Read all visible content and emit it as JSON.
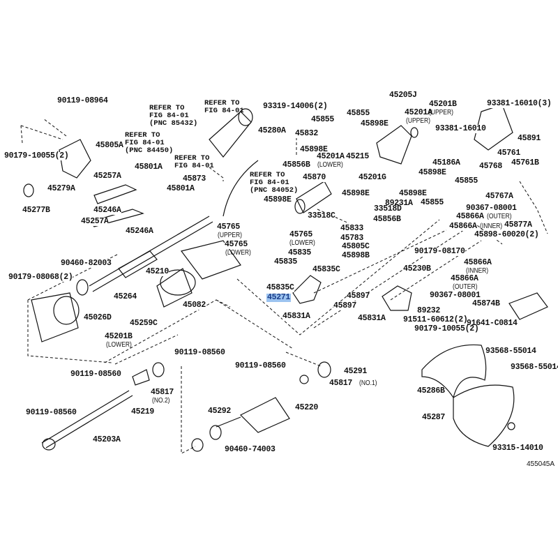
{
  "diagram_id": "455045A",
  "selected_part": "45271",
  "highlight_color": "#9cc3f0",
  "labels": [
    "90119-08964",
    "90179-10055(2)",
    "45805A",
    "45279A",
    "45277B",
    "45280A",
    "45801A",
    "45257A",
    "45801A",
    "45246A",
    "45257A",
    "45246A",
    "45873",
    "45898E",
    "93319-14006(2)",
    "45832",
    "45855",
    "45855",
    "45898E",
    "45898E",
    "45205J",
    "45201B",
    "45201A",
    "93381-16010(3)",
    "93381-16010",
    "45891",
    "45186A",
    "45856B",
    "45201A",
    "45215",
    "45201G",
    "45870",
    "45898E",
    "45898E",
    "45855",
    "45855",
    "89231A",
    "45761",
    "45768",
    "45761B",
    "45767A",
    "90367-08001",
    "45866A",
    "45866A",
    "45877A",
    "45898-60020(2)",
    "45898E",
    "33518D",
    "33518C",
    "45856B",
    "45833",
    "45783",
    "45805C",
    "45898B",
    "45765",
    "45765",
    "45765",
    "45835",
    "45835",
    "45835C",
    "45835C",
    "45271",
    "45897",
    "45897",
    "45831A",
    "45831A",
    "90179-08170",
    "45230B",
    "45866A",
    "45866A",
    "90367-08001",
    "45874B",
    "89232",
    "91511-60612(2)",
    "91641-C0814",
    "90179-10055(2)",
    "90460-82003",
    "90179-08068(2)",
    "45210",
    "45082",
    "45264",
    "45259C",
    "45026D",
    "45201B",
    "90119-08560",
    "90119-08560",
    "45817",
    "45219",
    "90119-08560",
    "45203A",
    "45292",
    "90460-74003",
    "45220",
    "90119-08560",
    "45291",
    "45817",
    "93568-55014",
    "93568-55014",
    "45286B",
    "45287",
    "93315-14010"
  ],
  "notes": [
    "(UPPER)",
    "(UPPER)",
    "(LOWER)",
    "(OUTER)",
    "(INNER)",
    "(UPPER)",
    "(LOWER)",
    "(LOWER)",
    "(INNER)",
    "(OUTER)",
    "(LOWER)",
    "(NO.2)",
    "(NO.1)"
  ],
  "refer": [
    "REFER TO\nFIG 84-01\n(PNC 85432)",
    "REFER TO\nFIG 84-01\n(PNC 84450)",
    "REFER TO\nFIG 84-01",
    "REFER TO\nFIG 84-01",
    "REFER TO\nFIG 84-01\n(PNC 84052)"
  ]
}
